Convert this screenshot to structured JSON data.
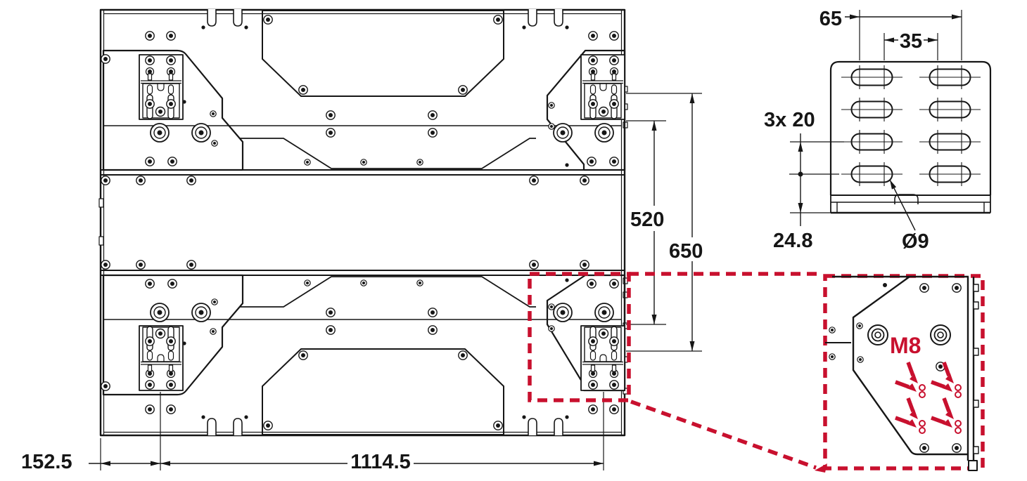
{
  "drawing": {
    "type": "technical-dimension-drawing",
    "colors": {
      "line": "#161616",
      "accent": "#c8102e",
      "background": "#ffffff"
    },
    "main_view": {
      "description_labels": {},
      "dim_edge_to_bracket": "152.5",
      "dim_bracket_span": "1114.5",
      "dim_inner_height": "520",
      "dim_overall_height": "650"
    },
    "hole_pattern_view": {
      "dim_column_spacing_outer": "65",
      "dim_column_spacing_inner": "35",
      "dim_row_pitch": "3x 20",
      "dim_bottom_offset": "24.8",
      "dim_slot_diameter": "Ø9"
    },
    "magnified_view": {
      "thread_size_label": "M8"
    }
  }
}
